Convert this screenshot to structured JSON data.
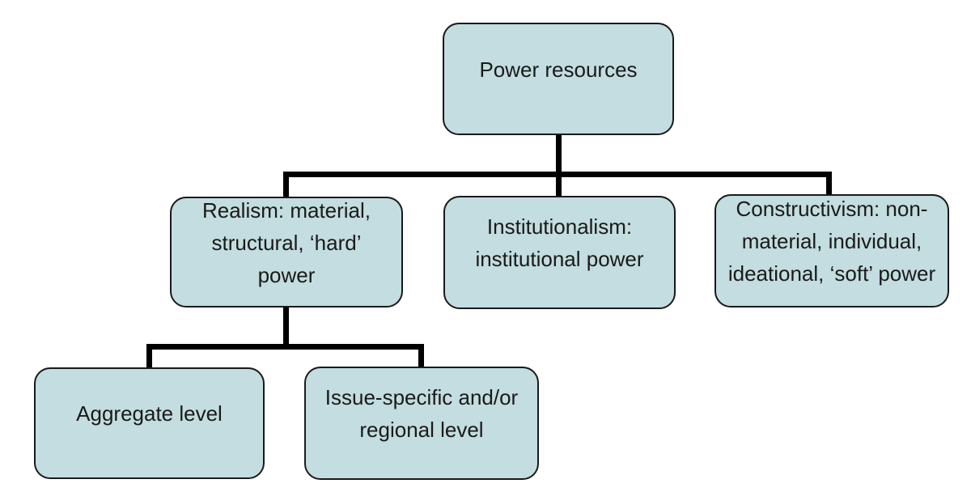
{
  "diagram": {
    "type": "tree",
    "background": "#ffffff",
    "colors": {
      "node_fill": "#c3dde0",
      "node_border": "#1a1a1a",
      "connector": "#000000",
      "text": "#1a1a1a"
    },
    "root": {
      "id": "power-resources",
      "label": "Power resources",
      "display": "Power resources",
      "children": [
        "realism",
        "institutionalism",
        "constructivism"
      ]
    },
    "level1": [
      {
        "id": "realism",
        "label": "Realism: material, structural, ‘hard’ power",
        "display": "Realism: material,\nstructural, ‘hard’\npower",
        "children": [
          "aggregate-level",
          "issue-specific-regional-level"
        ]
      },
      {
        "id": "institutionalism",
        "label": "Institutionalism: institutional power",
        "display": "Institutionalism:\ninstitutional power",
        "children": []
      },
      {
        "id": "constructivism",
        "label": "Constructivism: non-material, individual, ideational, ‘soft’ power",
        "display": "Constructivism: non-\nmaterial, individual,\nideational, ‘soft’ power",
        "children": []
      }
    ],
    "level2": [
      {
        "id": "aggregate-level",
        "label": "Aggregate level",
        "display": "Aggregate level"
      },
      {
        "id": "issue-specific-regional-level",
        "label": "Issue-specific and/or regional level",
        "display": "Issue-specific and/or\nregional level"
      }
    ]
  }
}
